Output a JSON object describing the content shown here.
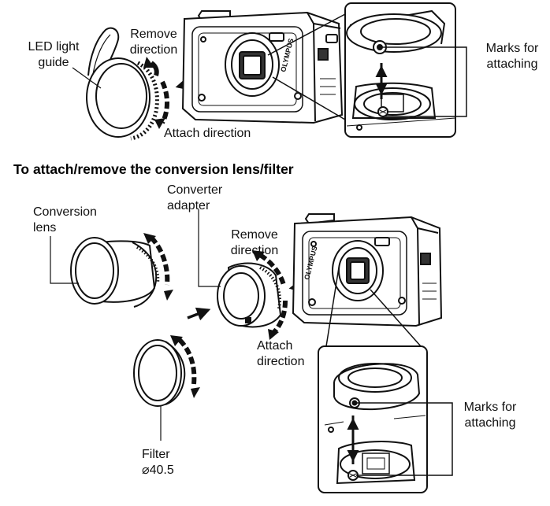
{
  "section1": {
    "led_label": [
      "LED light",
      "guide"
    ],
    "remove_label": [
      "Remove",
      "direction"
    ],
    "attach_label": "Attach direction",
    "marks_label": [
      "Marks for",
      "attaching"
    ]
  },
  "section2": {
    "heading": "To attach/remove the conversion lens/filter",
    "conversion_lens_label": [
      "Conversion",
      "lens"
    ],
    "converter_adapter_label": [
      "Converter",
      "adapter"
    ],
    "remove_label": [
      "Remove",
      "direction"
    ],
    "attach_label": [
      "Attach",
      "direction"
    ],
    "filter_label": [
      "Filter",
      "⌀40.5"
    ],
    "marks_label": [
      "Marks for",
      "attaching"
    ]
  },
  "camera_brand": "OLYMPUS",
  "colors": {
    "ink": "#111111",
    "paper": "#ffffff",
    "shade": "#555555"
  }
}
